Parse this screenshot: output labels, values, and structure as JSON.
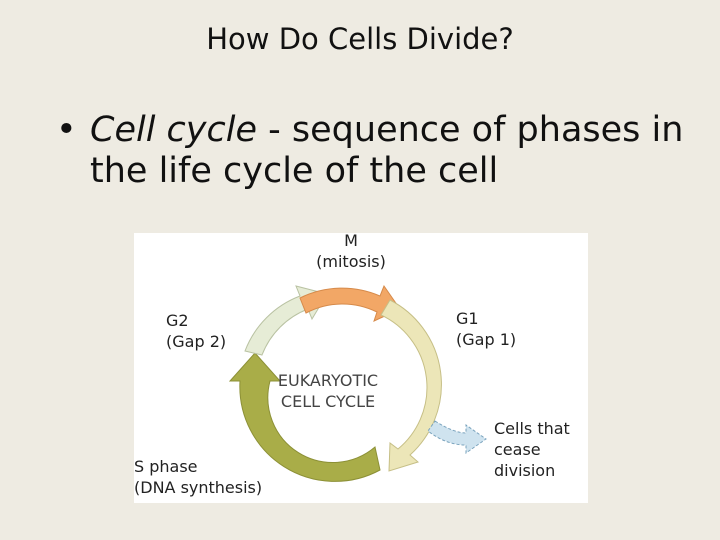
{
  "title": "How Do Cells Divide?",
  "bullet": {
    "term": "Cell cycle",
    "definition": " - sequence of phases in the life cycle of the cell"
  },
  "diagram": {
    "m_phase": {
      "name": "M",
      "sub": "(mitosis)"
    },
    "g1_phase": {
      "name": "G1",
      "sub": "(Gap 1)"
    },
    "g2_phase": {
      "name": "G2",
      "sub": "(Gap 2)"
    },
    "s_phase": {
      "name": "S phase",
      "sub": "(DNA synthesis)"
    },
    "exit": {
      "line1": "Cells that",
      "line2": "cease",
      "line3": "division"
    },
    "center": {
      "line1": "EUKARYOTIC",
      "line2": "CELL CYCLE"
    },
    "colors": {
      "m": "#f2a766",
      "g1": "#ece6b8",
      "g2": "#e6ecd6",
      "s": "#a9ad48",
      "exit": "#cfe3ef"
    }
  }
}
